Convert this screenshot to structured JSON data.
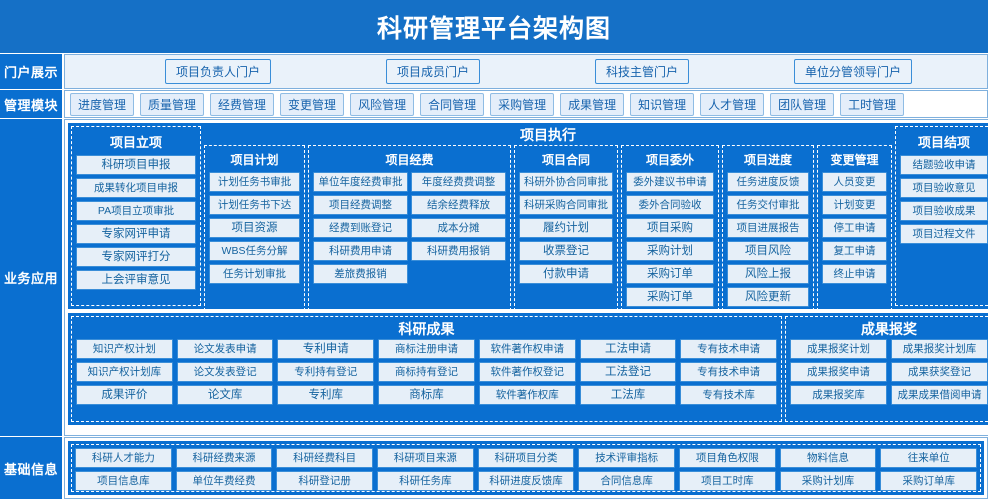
{
  "title": "科研管理平台架构图",
  "rows": {
    "portal": {
      "label": "门户展示",
      "items": [
        "项目负责人门户",
        "项目成员门户",
        "科技主管门户",
        "单位分管领导门户"
      ]
    },
    "modules": {
      "label": "管理模块",
      "items": [
        "进度管理",
        "质量管理",
        "经费管理",
        "变更管理",
        "风险管理",
        "合同管理",
        "采购管理",
        "成果管理",
        "知识管理",
        "人才管理",
        "团队管理",
        "工时管理"
      ]
    },
    "business": {
      "label": "业务应用"
    },
    "basic": {
      "label": "基础信息",
      "columns": [
        [
          "科研人才能力",
          "项目信息库"
        ],
        [
          "科研经费来源",
          "单位年费经费"
        ],
        [
          "科研经费科目",
          "科研登记册"
        ],
        [
          "科研项目来源",
          "科研任务库"
        ],
        [
          "科研项目分类",
          "科研进度反馈库"
        ],
        [
          "技术评审指标",
          "合同信息库"
        ],
        [
          "项目角色权限",
          "项目工时库"
        ],
        [
          "物料信息",
          "采购计划库"
        ],
        [
          "往来单位",
          "采购订单库"
        ]
      ]
    }
  },
  "execution": {
    "header": "项目执行",
    "initiation": {
      "title": "项目立项",
      "items": [
        "科研项目申报",
        "成果转化项目申报",
        "PA项目立项审批",
        "专家网评申请",
        "专家网评打分",
        "上会评审意见"
      ]
    },
    "plan": {
      "title": "项目计划",
      "items": [
        "计划任务书审批",
        "计划任务书下达",
        "项目资源",
        "WBS任务分解",
        "任务计划审批"
      ]
    },
    "funds": {
      "title": "项目经费",
      "left": [
        "单位年度经费审批",
        "项目经费调整",
        "经费到账登记",
        "科研费用申请",
        "差旅费报销"
      ],
      "right": [
        "年度经费费调整",
        "结余经费释放",
        "成本分摊",
        "科研费用报销"
      ]
    },
    "contract": {
      "title": "项目合同",
      "items": [
        "科研外协合同审批",
        "科研采购合同审批",
        "履约计划",
        "收票登记",
        "付款申请"
      ]
    },
    "outsource": {
      "title": "项目委外",
      "items": [
        "委外建议书申请",
        "委外合同验收",
        "项目采购",
        "采购计划",
        "采购订单",
        "采购订单"
      ]
    },
    "progress": {
      "title": "项目进度",
      "items": [
        "任务进度反馈",
        "任务交付审批",
        "项目进展报告",
        "项目风险",
        "风险上报",
        "风险更新"
      ]
    },
    "change": {
      "title": "变更管理",
      "items": [
        "人员变更",
        "计划变更",
        "停工申请",
        "复工申请",
        "终止申请"
      ]
    },
    "closing": {
      "title": "项目结项",
      "items": [
        "结题验收申请",
        "项目验收意见",
        "项目验收成果",
        "项目过程文件"
      ]
    }
  },
  "results": {
    "achievements": {
      "title": "科研成果",
      "columns": [
        [
          "知识产权计划",
          "知识产权计划库",
          "成果评价"
        ],
        [
          "论文发表申请",
          "论文发表登记",
          "论文库"
        ],
        [
          "专利申请",
          "专利持有登记",
          "专利库"
        ],
        [
          "商标注册申请",
          "商标持有登记",
          "商标库"
        ],
        [
          "软件著作权申请",
          "软件著作权登记",
          "软件著作权库"
        ],
        [
          "工法申请",
          "工法登记",
          "工法库"
        ],
        [
          "专有技术申请",
          "专有技术申请",
          "专有技术库"
        ]
      ]
    },
    "awards": {
      "title": "成果报奖",
      "columns": [
        [
          "成果报奖计划",
          "成果报奖申请",
          "成果报奖库"
        ],
        [
          "成果报奖计划库",
          "成果获奖登记",
          "成果成果借阅申请"
        ]
      ]
    }
  },
  "colors": {
    "brand": "#0a6fd0",
    "title_bar": "#1570c6",
    "item_fill": "#e6eff8",
    "item_border": "#3a8ed8",
    "item_text": "#15639f"
  }
}
